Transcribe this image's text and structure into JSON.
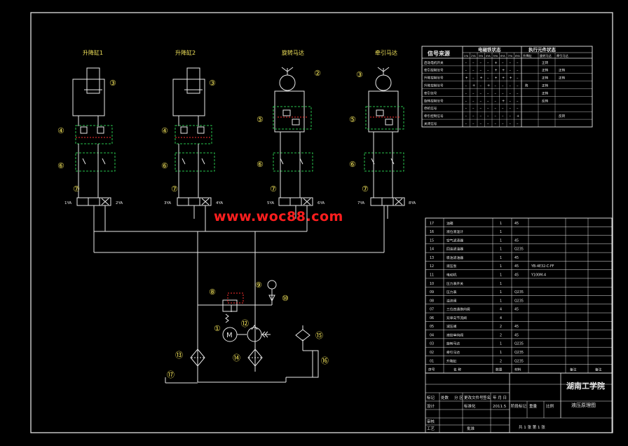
{
  "watermark": "www.woc88.com",
  "titles": {
    "cyl1": "升降缸1",
    "cyl2": "升降缸2",
    "motor1": "旋转马达",
    "motor2": "牵引马达"
  },
  "balloons": [
    "①",
    "②",
    "③",
    "④",
    "⑤",
    "⑥",
    "⑦",
    "⑧",
    "⑨",
    "⑩",
    "⑫",
    "⑬",
    "⑭",
    "⑮",
    "⑯",
    "⑰"
  ],
  "valve_labels": [
    "1YA",
    "2YA",
    "3YA",
    "4YA",
    "5YA",
    "6YA",
    "7YA",
    "8YA"
  ],
  "signal_table": {
    "header_source": "信号来源",
    "header_solenoid": "电磁铁状态",
    "header_actuator": "执行元件状态",
    "sub_ya": [
      "1YA",
      "2YA",
      "3YA",
      "4YA",
      "5YA",
      "6YA",
      "7YA",
      "8YA"
    ],
    "sub_act": [
      "升降缸",
      "旋转马达",
      "牵引马达"
    ],
    "rows": [
      {
        "name": "启动电机开关",
        "cells": [
          "–",
          "–",
          "–",
          "–",
          "+",
          "–",
          "–",
          "–"
        ],
        "act": [
          "",
          "正转",
          ""
        ]
      },
      {
        "name": "牵引控制信号",
        "cells": [
          "–",
          "–",
          "–",
          "–",
          "+",
          "+",
          "–",
          "–"
        ],
        "act": [
          "",
          "正转",
          "正转"
        ]
      },
      {
        "name": "升降控制信号",
        "cells": [
          "+",
          "–",
          "+",
          "–",
          "+",
          "+",
          "+",
          "–"
        ],
        "act": [
          "",
          "正转",
          "正转"
        ]
      },
      {
        "name": "升降控制信号",
        "cells": [
          "–",
          "+",
          "–",
          "+",
          "–",
          "–",
          "–",
          "–"
        ],
        "act": [
          "降",
          "正转",
          ""
        ]
      },
      {
        "name": "牵引信号",
        "cells": [
          "–",
          "–",
          "–",
          "–",
          "–",
          "–",
          "–",
          "–"
        ],
        "act": [
          "",
          "正转",
          ""
        ]
      },
      {
        "name": "旋转控制信号",
        "cells": [
          "–",
          "–",
          "–",
          "–",
          "–",
          "+",
          "–",
          "–"
        ],
        "act": [
          "",
          "反转",
          ""
        ]
      },
      {
        "name": "停机信号",
        "cells": [
          "–",
          "–",
          "–",
          "–",
          "–",
          "–",
          "–",
          "–"
        ],
        "act": [
          "",
          "",
          ""
        ]
      },
      {
        "name": "牵引控制信号",
        "cells": [
          "–",
          "–",
          "–",
          "–",
          "–",
          "–",
          "–",
          "+"
        ],
        "act": [
          "",
          "",
          "反转"
        ]
      },
      {
        "name": "关闭信号",
        "cells": [
          "–",
          "–",
          "–",
          "–",
          "–",
          "–",
          "–",
          "–"
        ],
        "act": [
          "",
          "",
          ""
        ]
      }
    ]
  },
  "parts_list": {
    "rows": [
      {
        "no": "17",
        "name": "油箱",
        "qty": "1",
        "mat": "45",
        "std": ""
      },
      {
        "no": "16",
        "name": "液位液温计",
        "qty": "1",
        "mat": "",
        "std": ""
      },
      {
        "no": "15",
        "name": "空气滤清器",
        "qty": "1",
        "mat": "45",
        "std": ""
      },
      {
        "no": "14",
        "name": "回油滤油器",
        "qty": "1",
        "mat": "Q235",
        "std": ""
      },
      {
        "no": "13",
        "name": "吸油滤油器",
        "qty": "1",
        "mat": "45",
        "std": ""
      },
      {
        "no": "12",
        "name": "液压泵",
        "qty": "1",
        "mat": "45",
        "std": "YB-4E32-C-FF"
      },
      {
        "no": "11",
        "name": "电动机",
        "qty": "1",
        "mat": "45",
        "std": "Y100M-4"
      },
      {
        "no": "10",
        "name": "压力表开关",
        "qty": "1",
        "mat": "",
        "std": ""
      },
      {
        "no": "09",
        "name": "压力表",
        "qty": "1",
        "mat": "Q235",
        "std": ""
      },
      {
        "no": "08",
        "name": "溢流阀",
        "qty": "1",
        "mat": "Q235",
        "std": ""
      },
      {
        "no": "07",
        "name": "三位四通换向阀",
        "qty": "4",
        "mat": "45",
        "std": ""
      },
      {
        "no": "06",
        "name": "双单向节流阀",
        "qty": "4",
        "mat": "",
        "std": ""
      },
      {
        "no": "05",
        "name": "减压阀",
        "qty": "2",
        "mat": "45",
        "std": ""
      },
      {
        "no": "04",
        "name": "液控单向阀",
        "qty": "2",
        "mat": "45",
        "std": ""
      },
      {
        "no": "03",
        "name": "旋转马达",
        "qty": "1",
        "mat": "Q235",
        "std": ""
      },
      {
        "no": "02",
        "name": "牵引马达",
        "qty": "1",
        "mat": "Q235",
        "std": ""
      },
      {
        "no": "01",
        "name": "升降缸",
        "qty": "2",
        "mat": "Q235",
        "std": ""
      }
    ],
    "header": {
      "no": "序号",
      "name": "名    称",
      "qty": "数量",
      "mat": "材料",
      "std": "备注",
      "extra": "备注"
    }
  },
  "title_block": {
    "school": "湖南工学院",
    "drawing": "液压原理图",
    "labels": [
      "标记",
      "处数",
      "分  区",
      "更改文件号",
      "签名",
      "年 月 日"
    ],
    "row2": [
      "设计",
      "",
      "标准化",
      "",
      "2011.5"
    ],
    "row2b": [
      "阶段标记",
      "重量",
      "比例"
    ],
    "row3": [
      "审核",
      ""
    ],
    "row4": [
      "工艺",
      "",
      "批准"
    ],
    "sheet": "共 1 张  第 1 张"
  }
}
